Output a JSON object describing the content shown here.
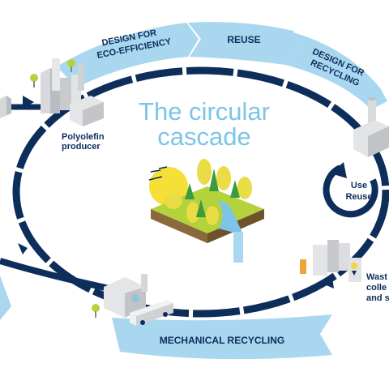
{
  "title": {
    "line1": "The circular",
    "line2": "cascade"
  },
  "banners": {
    "design_eco": {
      "line1": "DESIGN FOR",
      "line2": "ECO-EFFICIENCY"
    },
    "reuse": "REUSE",
    "design_recycling": {
      "line1": "DESIGN FOR",
      "line2": "RECYCLING"
    },
    "mechanical": "MECHANICAL RECYCLING"
  },
  "nodes": {
    "producer": {
      "line1": "Polyolefin",
      "line2": "producer"
    },
    "use": {
      "line1": "Use",
      "line2": "Reuse"
    },
    "waste": {
      "line1": "Wast",
      "line2": "colle",
      "line3": "and s"
    }
  },
  "colors": {
    "navy": "#0d2d5b",
    "light_blue": "#a9d7ef",
    "title_blue": "#7cc5e6",
    "grass": "#b4d23c",
    "tree": "#e9dc45",
    "sun": "#f6df36"
  }
}
